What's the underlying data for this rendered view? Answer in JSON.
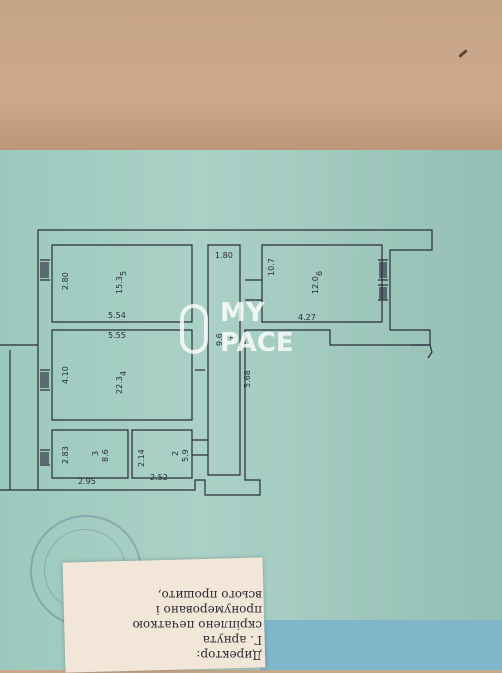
{
  "plan": {
    "dimensions": {
      "top_left_room_width": "5.54",
      "corridor_width_top": "1.80",
      "hall_width": "5.55",
      "right_room_height": "10.7",
      "right_room_width": "4.27",
      "left_wall_height": "2.80",
      "mid_room_height": "4.10",
      "bottom_left_height": "2.83",
      "bottom_left_width": "2.95",
      "small_room_height": "2.14",
      "small_room_width": "2.52",
      "corridor_length": "5.68"
    },
    "rooms": [
      {
        "number": "5",
        "area": "15.3"
      },
      {
        "number": "4",
        "area": "22.3"
      },
      {
        "number": "3",
        "area": "8.6"
      },
      {
        "number": "2",
        "area": "5.9"
      },
      {
        "number": "1",
        "area": "9.6"
      },
      {
        "number": "6",
        "area": "12.0"
      }
    ]
  },
  "watermark": {
    "line1": "MY",
    "line2": "PACE"
  },
  "note": {
    "lines": [
      "Директор:",
      "Г. арнута",
      "скріплено печаткою",
      "пронумеровано і",
      "всього прошито,"
    ]
  },
  "colors": {
    "sheet": "#9cc9bd",
    "wall": "#c8a88b",
    "ink": "#2a2c3a",
    "paper": "#f2e6d8"
  }
}
